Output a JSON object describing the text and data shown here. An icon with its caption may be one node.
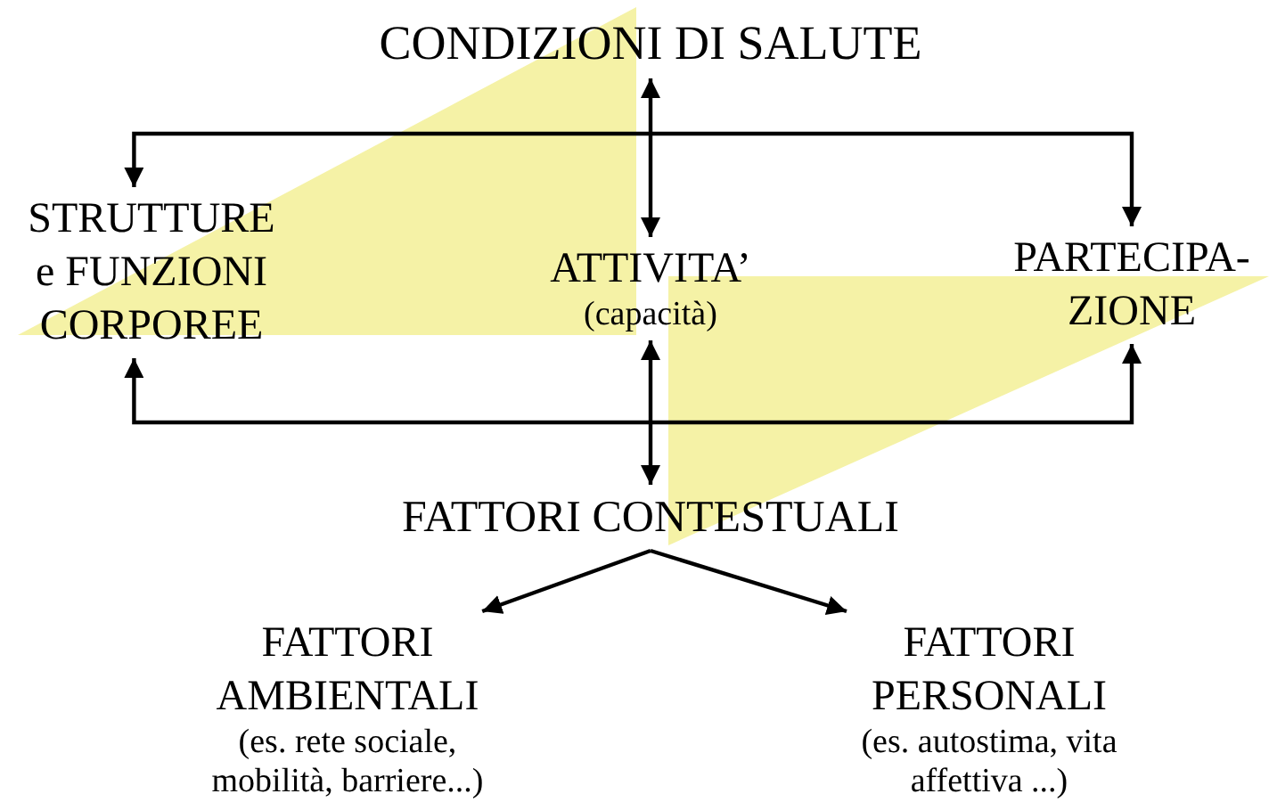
{
  "diagram": {
    "nodes": [
      {
        "text": [
          "CONDIZIONI DI SALUTE"
        ]
      },
      {
        "text": [
          "STRUTTURE e FUNZIONI CORPOREE"
        ]
      },
      {
        "text": [
          "ATTIVITA’",
          "(capacità)"
        ]
      },
      {
        "text": [
          "PARTECIPA- ZIONE"
        ]
      },
      {
        "text": [
          "FATTORI CONTESTUALI"
        ]
      },
      {
        "text": [
          "FATTORI AMBIENTALI",
          "(es. rete sociale, mobilità, barriere...)"
        ]
      },
      {
        "text": [
          "FATTORI PERSONALI",
          "(es. autostima, vita affettiva ...)"
        ]
      }
    ],
    "edges": [
      {
        "from": 1,
        "to": 3,
        "arrow": "both"
      },
      {
        "from": 1,
        "to": 3,
        "arrow": "both"
      },
      {
        "from": 0,
        "to": 2,
        "arrow": "both"
      },
      {
        "from": 2,
        "to": 4,
        "arrow": "both"
      },
      {
        "from": 4,
        "to": 5,
        "arrow": "to"
      },
      {
        "from": 4,
        "to": 6,
        "arrow": "to"
      }
    ]
  }
}
